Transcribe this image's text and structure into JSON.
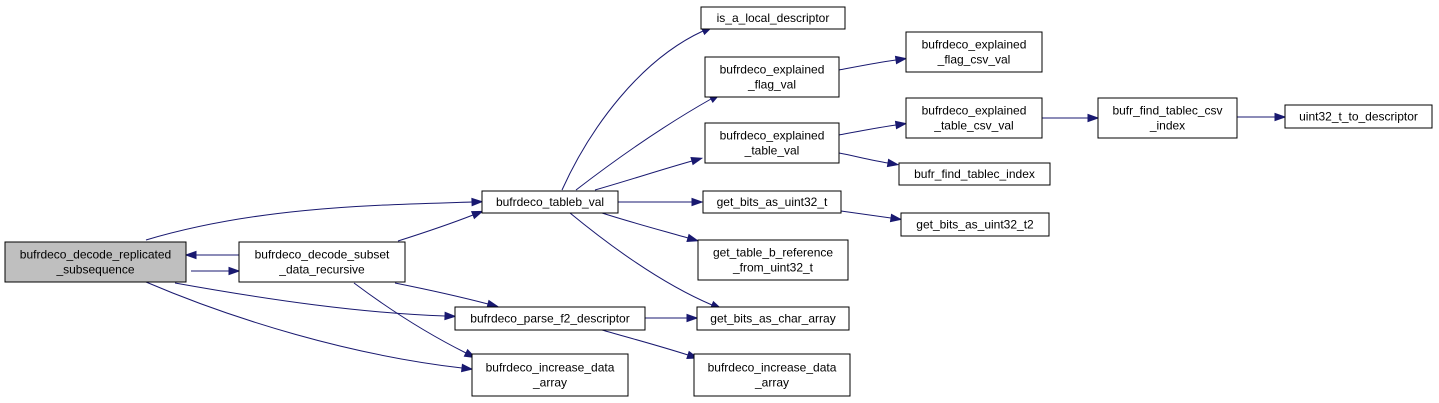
{
  "colors": {
    "edge": "#191970",
    "node_fill": "#ffffff",
    "highlight_fill": "#bfbfbf",
    "border": "#000000"
  },
  "nodes": [
    {
      "id": "replicated",
      "lines": [
        "bufrdeco_decode_replicated",
        "_subsequence"
      ],
      "highlight": true
    },
    {
      "id": "subset",
      "lines": [
        "bufrdeco_decode_subset",
        "_data_recursive"
      ]
    },
    {
      "id": "tableb",
      "lines": [
        "bufrdeco_tableb_val"
      ]
    },
    {
      "id": "parsef2",
      "lines": [
        "bufrdeco_parse_f2_descriptor"
      ]
    },
    {
      "id": "incA",
      "lines": [
        "bufrdeco_increase_data",
        "_array"
      ]
    },
    {
      "id": "islocal",
      "lines": [
        "is_a_local_descriptor"
      ]
    },
    {
      "id": "flagval",
      "lines": [
        "bufrdeco_explained",
        "_flag_val"
      ]
    },
    {
      "id": "tableval",
      "lines": [
        "bufrdeco_explained",
        "_table_val"
      ]
    },
    {
      "id": "bitsu32",
      "lines": [
        "get_bits_as_uint32_t"
      ]
    },
    {
      "id": "tbref",
      "lines": [
        "get_table_b_reference",
        "_from_uint32_t"
      ]
    },
    {
      "id": "chararr",
      "lines": [
        "get_bits_as_char_array"
      ]
    },
    {
      "id": "incB",
      "lines": [
        "bufrdeco_increase_data",
        "_array"
      ]
    },
    {
      "id": "flagcsv",
      "lines": [
        "bufrdeco_explained",
        "_flag_csv_val"
      ]
    },
    {
      "id": "tablecsv",
      "lines": [
        "bufrdeco_explained",
        "_table_csv_val"
      ]
    },
    {
      "id": "tablecidx",
      "lines": [
        "bufr_find_tablec_index"
      ]
    },
    {
      "id": "bitsu32t2",
      "lines": [
        "get_bits_as_uint32_t2"
      ]
    },
    {
      "id": "tableccsv",
      "lines": [
        "bufr_find_tablec_csv",
        "_index"
      ]
    },
    {
      "id": "u32desc",
      "lines": [
        "uint32_t_to_descriptor"
      ]
    }
  ],
  "edges": [
    {
      "from": "replicated",
      "to": "subset"
    },
    {
      "from": "subset",
      "to": "replicated"
    },
    {
      "from": "replicated",
      "to": "tableb"
    },
    {
      "from": "replicated",
      "to": "parsef2"
    },
    {
      "from": "replicated",
      "to": "incA"
    },
    {
      "from": "subset",
      "to": "tableb"
    },
    {
      "from": "subset",
      "to": "parsef2"
    },
    {
      "from": "subset",
      "to": "incA"
    },
    {
      "from": "tableb",
      "to": "islocal"
    },
    {
      "from": "tableb",
      "to": "flagval"
    },
    {
      "from": "tableb",
      "to": "tableval"
    },
    {
      "from": "tableb",
      "to": "bitsu32"
    },
    {
      "from": "tableb",
      "to": "tbref"
    },
    {
      "from": "tableb",
      "to": "chararr"
    },
    {
      "from": "flagval",
      "to": "flagcsv"
    },
    {
      "from": "tableval",
      "to": "tablecsv"
    },
    {
      "from": "tableval",
      "to": "tablecidx"
    },
    {
      "from": "tablecsv",
      "to": "tableccsv"
    },
    {
      "from": "tableccsv",
      "to": "u32desc"
    },
    {
      "from": "bitsu32",
      "to": "bitsu32t2"
    },
    {
      "from": "parsef2",
      "to": "chararr"
    },
    {
      "from": "parsef2",
      "to": "incB"
    }
  ]
}
